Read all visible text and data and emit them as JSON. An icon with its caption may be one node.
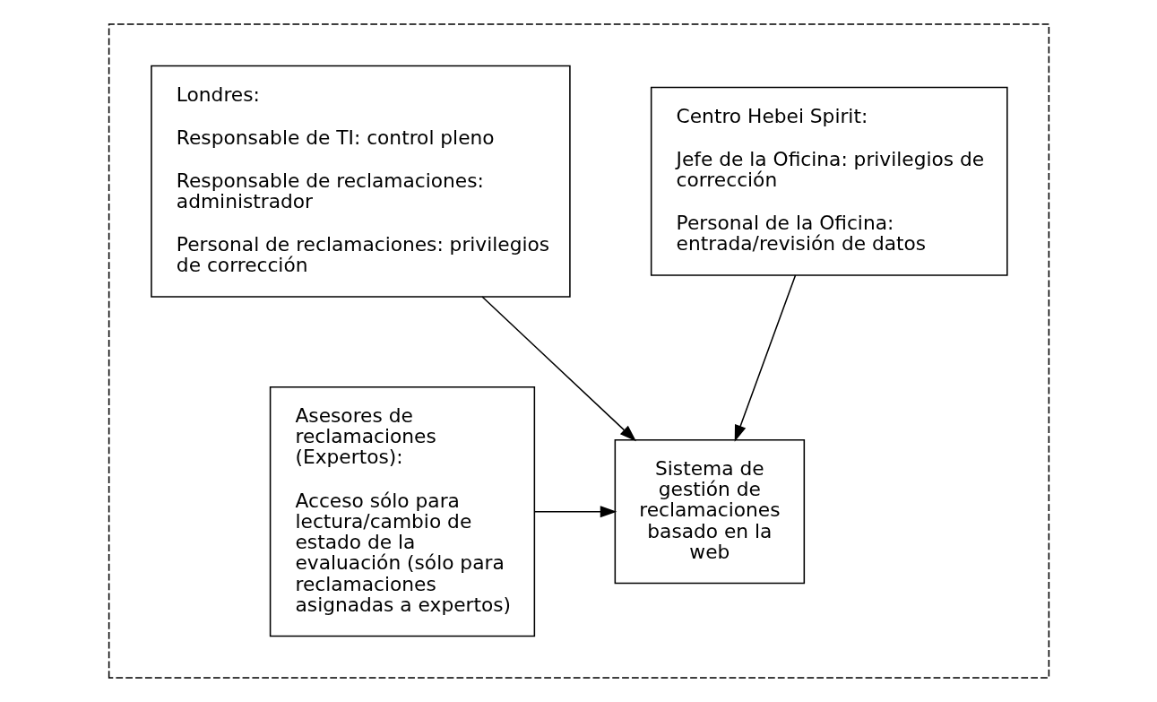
{
  "diagram": {
    "nodes": [
      {
        "text": [],
        "shape": "box"
      },
      {
        "text": [
          "Centro Hebei Spirit:",
          "Jefe de la Oficina: privilegios de corrección",
          "Personal de la Oficina: entrada/revisión de datos"
        ],
        "in": 0
      },
      {
        "text": [
          "Londres:",
          "Responsable de TI: control pleno",
          "Responsable de reclamaciones: administrador",
          "Personal de reclamaciones: privilegios de corrección"
        ],
        "in": 0
      },
      {
        "text": [
          "Asesores de reclamaciones (Expertos):",
          "Acceso sólo para lectura/cambio de estado de la evaluación (sólo para reclamaciones asignadas a expertos)"
        ],
        "in": 0
      },
      {
        "text": [
          "Sistema de gestión de reclamaciones basado en la web"
        ],
        "in": 0
      }
    ],
    "edges": [
      {
        "from": 1,
        "to": 4,
        "arrow": "to"
      },
      {
        "from": 2,
        "to": 4,
        "arrow": "to"
      },
      {
        "from": 3,
        "to": 4,
        "arrow": "to"
      }
    ]
  }
}
